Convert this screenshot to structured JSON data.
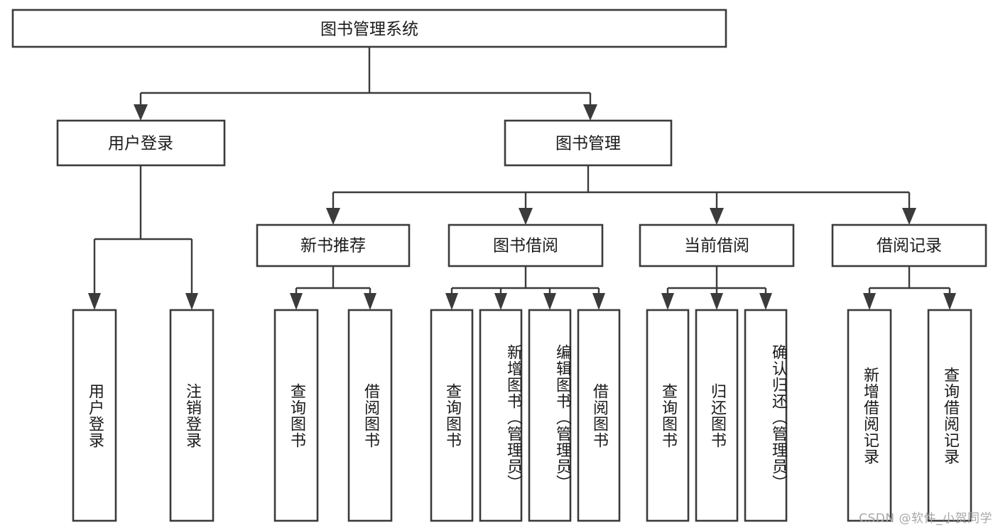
{
  "diagram": {
    "type": "tree-hierarchy-chart",
    "title": "图书管理系统",
    "orientation": "top-down",
    "colors": {
      "box_stroke": "#3b3b3b",
      "box_fill": "#ffffff",
      "connector": "#3b3b3b",
      "text": "#1a1a1a",
      "background": "#ffffff",
      "watermark": "#a8a8a8"
    },
    "root": {
      "label": "图书管理系统"
    },
    "level2": [
      {
        "label": "用户登录"
      },
      {
        "label": "图书管理"
      }
    ],
    "level3": [
      {
        "label": "新书推荐"
      },
      {
        "label": "图书借阅"
      },
      {
        "label": "当前借阅"
      },
      {
        "label": "借阅记录"
      }
    ],
    "leaves": {
      "user_login": [
        {
          "label": "用户登录"
        },
        {
          "label": "注销登录"
        }
      ],
      "new_book_recommend": [
        {
          "label": "查询图书"
        },
        {
          "label": "借阅图书"
        }
      ],
      "book_borrow": [
        {
          "label": "查询图书"
        },
        {
          "label": "新增图书（管理员）"
        },
        {
          "label": "编辑图书（管理员）"
        },
        {
          "label": "借阅图书"
        }
      ],
      "current_borrow": [
        {
          "label": "查询图书"
        },
        {
          "label": "归还图书"
        },
        {
          "label": "确认归还（管理员）"
        }
      ],
      "borrow_record": [
        {
          "label": "新增借阅记录"
        },
        {
          "label": "查询借阅记录"
        }
      ]
    },
    "watermark": "CSDN @软件_小贺同学"
  }
}
